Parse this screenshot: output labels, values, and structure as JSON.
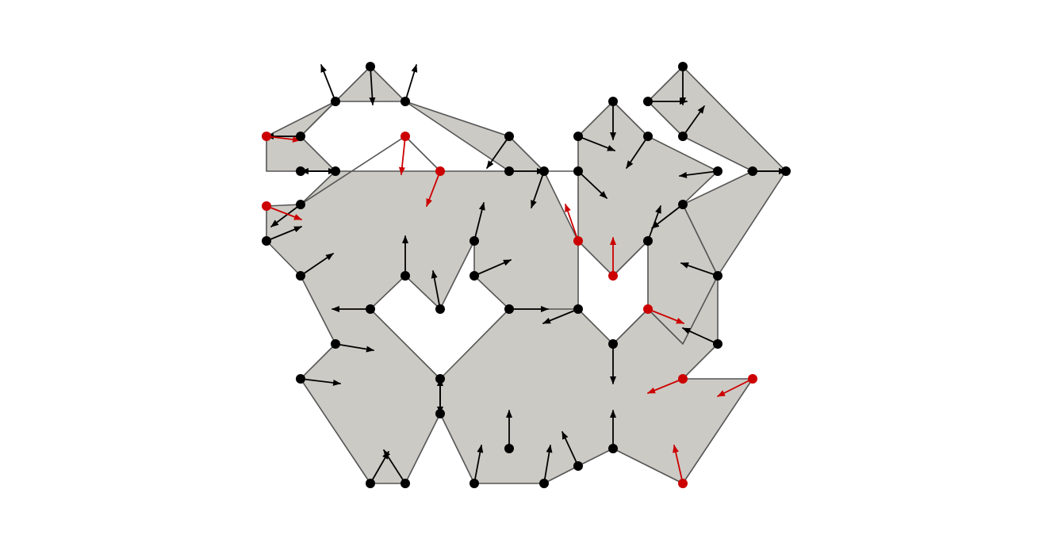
{
  "colors": {
    "background": "#ffffff",
    "polygon_fill": "#cccac4",
    "polygon_stroke": "#555555",
    "normal_vertex": "#000000",
    "highlight_vertex": "#cc0000"
  },
  "legend": [],
  "diagram": {
    "description_kind": "polygon-with-vertex-direction-arrows",
    "vertex_kinds": [
      "normal",
      "highlight"
    ]
  }
}
